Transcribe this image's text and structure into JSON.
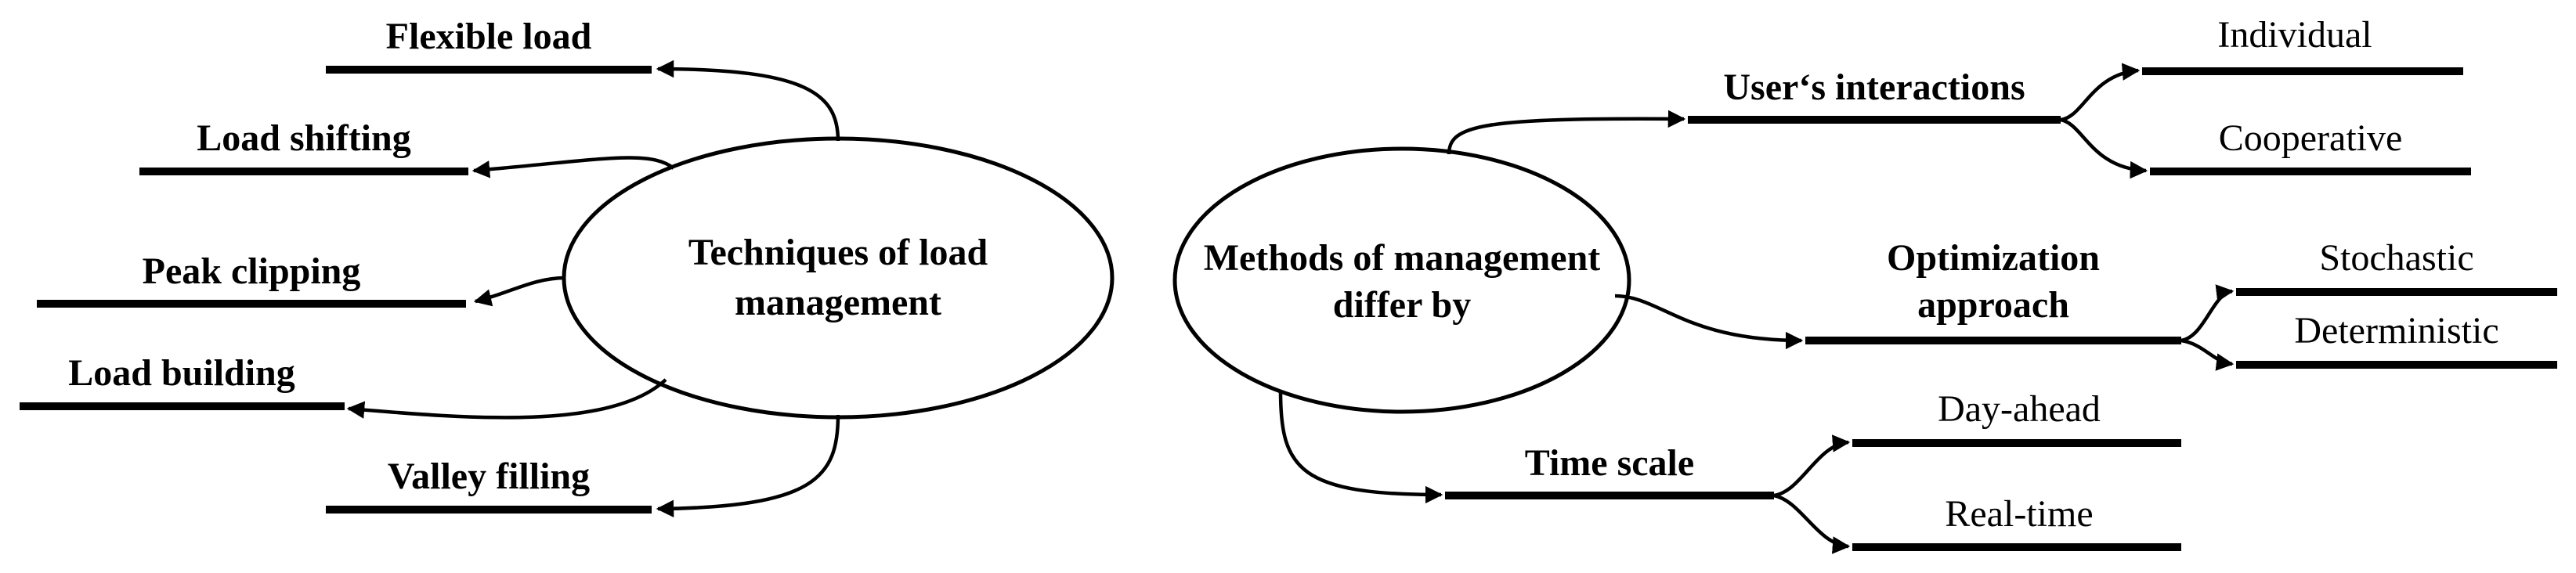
{
  "left": {
    "center": [
      "Techniques of load",
      "management"
    ],
    "items": [
      "Flexible load",
      "Load shifting",
      "Peak clipping",
      "Load building",
      "Valley filling"
    ]
  },
  "right": {
    "center": [
      "Methods of management",
      "differ by"
    ],
    "users": {
      "label": "User‘s interactions",
      "children": [
        "Individual",
        "Cooperative"
      ]
    },
    "optimization": {
      "label": [
        "Optimization",
        "approach"
      ],
      "children": [
        "Stochastic",
        "Deterministic"
      ]
    },
    "time": {
      "label": "Time scale",
      "children": [
        "Day-ahead",
        "Real-time"
      ]
    }
  }
}
